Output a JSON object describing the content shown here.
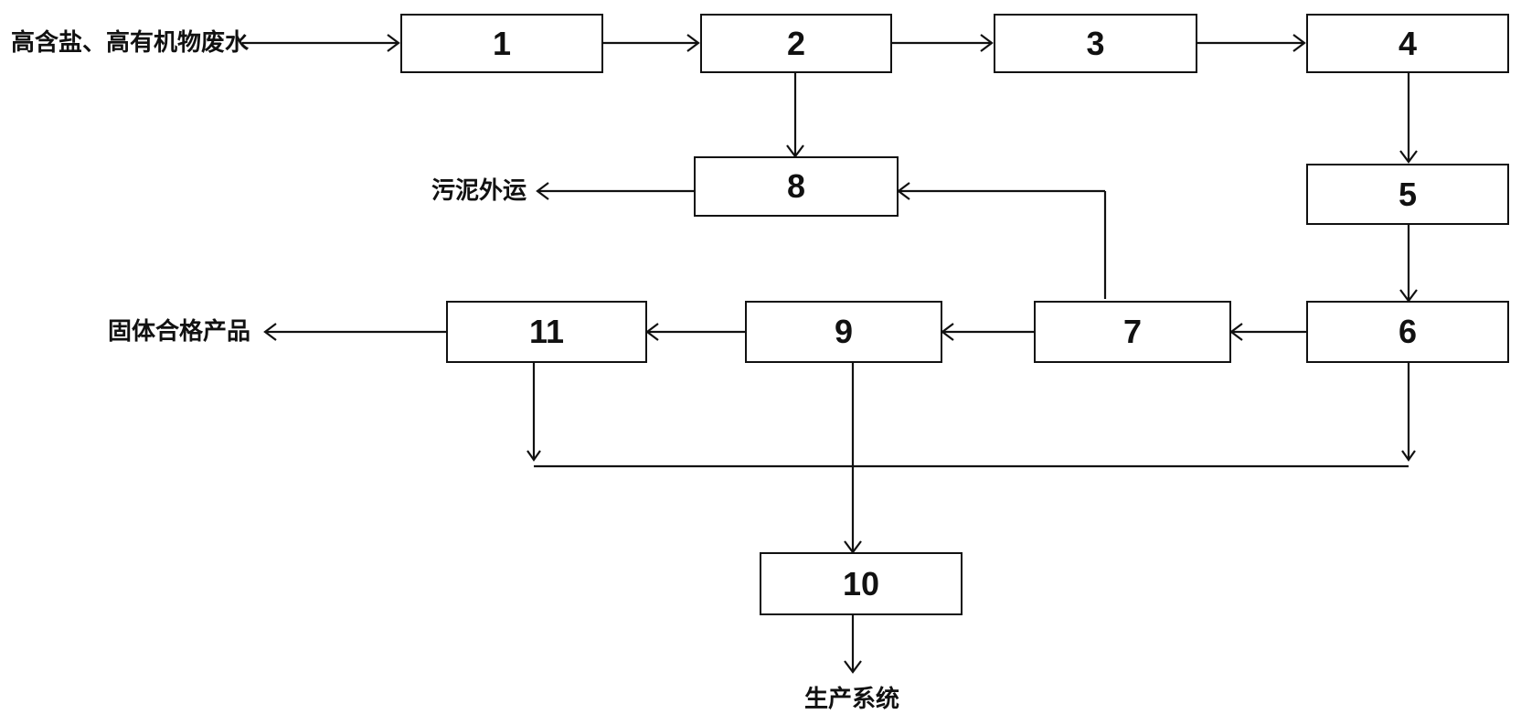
{
  "diagram": {
    "nodes": [
      {
        "id": "1",
        "label": "1"
      },
      {
        "id": "2",
        "label": "2"
      },
      {
        "id": "3",
        "label": "3"
      },
      {
        "id": "4",
        "label": "4"
      },
      {
        "id": "5",
        "label": "5"
      },
      {
        "id": "6",
        "label": "6"
      },
      {
        "id": "7",
        "label": "7"
      },
      {
        "id": "8",
        "label": "8"
      },
      {
        "id": "9",
        "label": "9"
      },
      {
        "id": "10",
        "label": "10"
      },
      {
        "id": "11",
        "label": "11"
      }
    ],
    "texts": {
      "input": "高含盐、高有机物废水",
      "sludge": "污泥外运",
      "product": "固体合格产品",
      "system": "生产系统"
    },
    "edges": [
      {
        "from": "input",
        "to": "1"
      },
      {
        "from": "1",
        "to": "2"
      },
      {
        "from": "2",
        "to": "3"
      },
      {
        "from": "3",
        "to": "4"
      },
      {
        "from": "2",
        "to": "8"
      },
      {
        "from": "4",
        "to": "5"
      },
      {
        "from": "5",
        "to": "6"
      },
      {
        "from": "6",
        "to": "7"
      },
      {
        "from": "7",
        "to": "9"
      },
      {
        "from": "9",
        "to": "11"
      },
      {
        "from": "7",
        "to": "8"
      },
      {
        "from": "8",
        "to": "sludge"
      },
      {
        "from": "11",
        "to": "product"
      },
      {
        "from": "11",
        "to": "10"
      },
      {
        "from": "9",
        "to": "10"
      },
      {
        "from": "6",
        "to": "10"
      },
      {
        "from": "10",
        "to": "system"
      }
    ]
  }
}
